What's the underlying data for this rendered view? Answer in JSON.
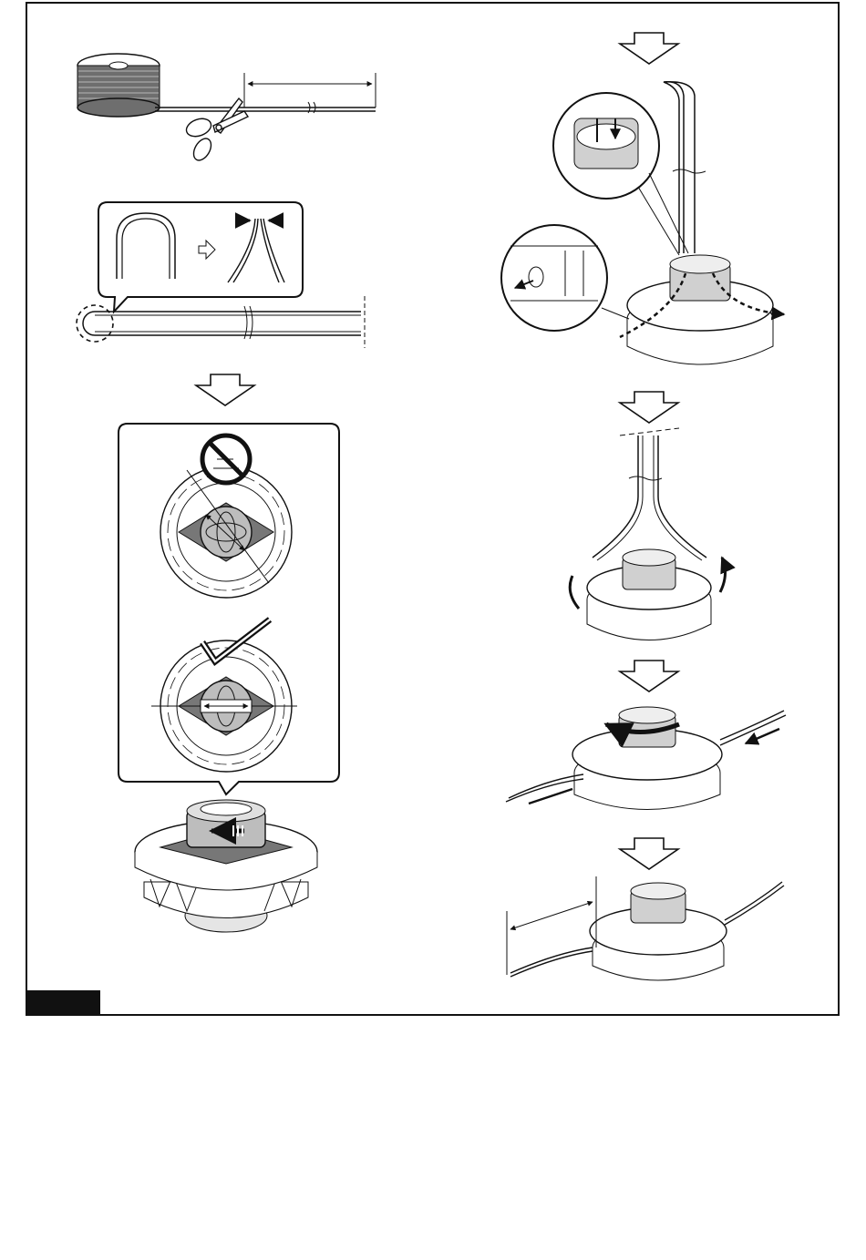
{
  "figure": {
    "tag_label": "",
    "steps": [
      {
        "id": "cut-line",
        "icons": [
          "line-spool-icon",
          "scissors-icon",
          "length-dimension-icon"
        ]
      },
      {
        "id": "fold-line",
        "icons": [
          "bend-line-icon",
          "pinch-ends-icon",
          "folded-line-icon"
        ]
      },
      {
        "id": "align-knob",
        "icons": [
          "prohibited-icon",
          "checkmark-icon",
          "rotate-knob-arrow-icon"
        ]
      },
      {
        "id": "insert-line",
        "icons": [
          "knob-closeup-icon",
          "eyelet-closeup-icon",
          "line-path-arrows-icon"
        ]
      },
      {
        "id": "pull-line",
        "icons": [
          "pull-arrows-icon"
        ]
      },
      {
        "id": "wind-line",
        "icons": [
          "turn-knob-arrow-icon",
          "feed-direction-arrows-icon"
        ]
      },
      {
        "id": "final-length",
        "icons": [
          "length-dimension-icon"
        ]
      }
    ]
  },
  "colors": {
    "line": "#111111",
    "shade": "#8a8a8a",
    "light": "#d8d8d8",
    "paper": "#ffffff"
  }
}
